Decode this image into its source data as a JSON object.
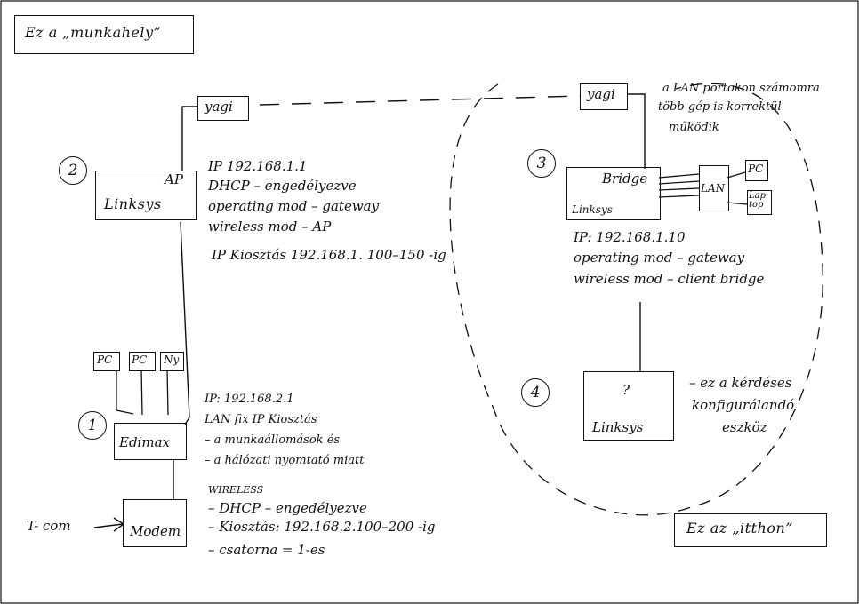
{
  "title_work": "Ez a „munkahely”",
  "title_home": "Ez az „itthon”",
  "devices": {
    "yagi_left": "yagi",
    "yagi_right": "yagi",
    "ap_linksys_top": "AP",
    "ap_linksys_name": "Linksys",
    "bridge_top": "Bridge",
    "bridge_name": "Linksys",
    "lan": "LAN",
    "pc_right": "PC",
    "laptop_right": "Lap top",
    "linksys4_q": "?",
    "linksys4_name": "Linksys",
    "pc1": "PC",
    "pc2": "PC",
    "ny": "Ny",
    "edimax": "Edimax",
    "modem": "Modem",
    "tcom": "T- com"
  },
  "numbers": {
    "n1": "1",
    "n2": "2",
    "n3": "3",
    "n4": "4"
  },
  "ap_notes": [
    "IP  192.168.1.1",
    "DHCP – engedélyezve",
    "operating mod – gateway",
    "wireless mod – AP",
    "IP Kiosztás 192.168.1. 100–150 -ig"
  ],
  "lan_note": [
    "a LAN portokon számomra",
    "több gép is korrektül",
    "működik"
  ],
  "bridge_notes": [
    "IP: 192.168.1.10",
    "operating mod – gateway",
    "wireless mod – client bridge"
  ],
  "edimax_notes": [
    "IP: 192.168.2.1",
    "LAN fix IP Kiosztás",
    "– a munkaállomások és",
    "– a hálózati nyomtató miatt",
    "WIRELESS",
    "– DHCP – engedélyezve",
    "– Kiosztás: 192.168.2.100–200 -ig",
    "– csatorna = 1-es"
  ],
  "question_note": [
    "– ez a kérdéses",
    "konfigurálandó",
    "eszköz"
  ]
}
